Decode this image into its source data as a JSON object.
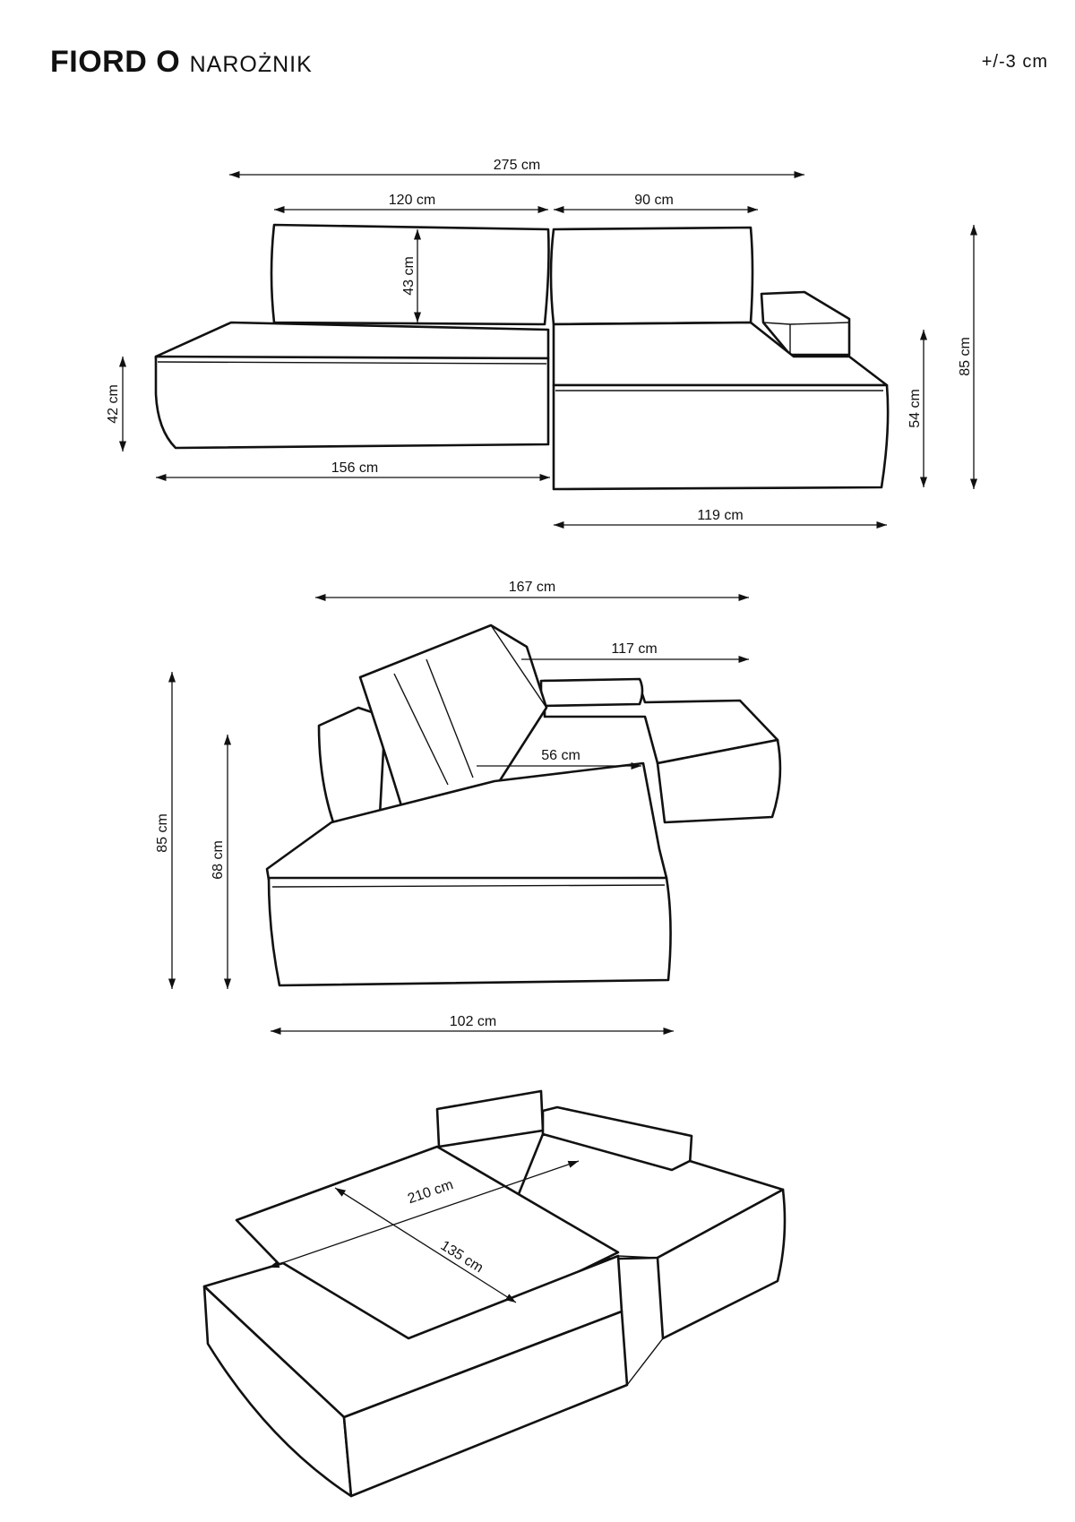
{
  "header": {
    "product": "FIORD O",
    "type": "NAROŻNIK",
    "tolerance": "+/-3 cm"
  },
  "views": {
    "front": {
      "total_width": "275 cm",
      "left_back_width": "120 cm",
      "right_back_width": "90 cm",
      "back_height": "43 cm",
      "seat_height": "42 cm",
      "seat_width": "156 cm",
      "chaise_width": "119 cm",
      "chaise_height": "54 cm",
      "total_height": "85 cm"
    },
    "side": {
      "total_depth": "167 cm",
      "chaise_depth": "117 cm",
      "seat_depth": "56 cm",
      "total_height": "85 cm",
      "armrest_height": "68 cm",
      "depth": "102 cm"
    },
    "bed": {
      "length": "210 cm",
      "width": "135 cm"
    }
  }
}
